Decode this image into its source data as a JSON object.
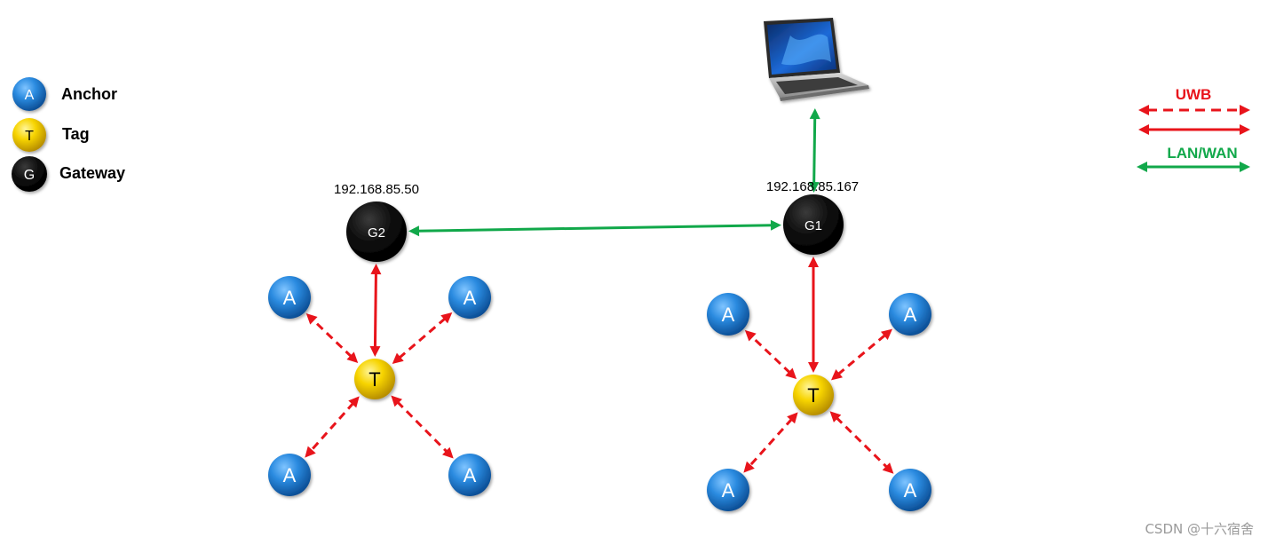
{
  "colors": {
    "anchor": "#1f7fd0",
    "tag": "#f5d000",
    "gateway": "#0a0a0a",
    "uwb": "#e8141b",
    "lan": "#11a84a"
  },
  "legend": {
    "anchor": {
      "letter": "A",
      "label": "Anchor"
    },
    "tag": {
      "letter": "T",
      "label": "Tag"
    },
    "gateway": {
      "letter": "G",
      "label": "Gateway"
    }
  },
  "link_legend": {
    "uwb_label": "UWB",
    "lan_label": "LAN/WAN"
  },
  "laptop": {
    "icon": "laptop-icon"
  },
  "gateways": [
    {
      "id": "G2",
      "label": "G2",
      "ip": "192.168.85.50"
    },
    {
      "id": "G1",
      "label": "G1",
      "ip": "192.168.85.167"
    }
  ],
  "clusters": [
    {
      "gateway": "G2",
      "tag_letter": "T",
      "anchors": [
        "A",
        "A",
        "A",
        "A"
      ]
    },
    {
      "gateway": "G1",
      "tag_letter": "T",
      "anchors": [
        "A",
        "A",
        "A",
        "A"
      ]
    }
  ],
  "links": [
    {
      "from": "G2",
      "to": "G1",
      "kind": "lan",
      "style": "solid"
    },
    {
      "from": "laptop",
      "to": "G1",
      "kind": "lan",
      "style": "solid"
    },
    {
      "from": "G2",
      "to": "T-left",
      "kind": "uwb",
      "style": "solid"
    },
    {
      "from": "G1",
      "to": "T-right",
      "kind": "uwb",
      "style": "solid"
    },
    {
      "from": "T-left",
      "to": "anchors-left",
      "kind": "uwb",
      "style": "dashed"
    },
    {
      "from": "T-right",
      "to": "anchors-right",
      "kind": "uwb",
      "style": "dashed"
    }
  ],
  "watermark": "CSDN @十六宿舍"
}
